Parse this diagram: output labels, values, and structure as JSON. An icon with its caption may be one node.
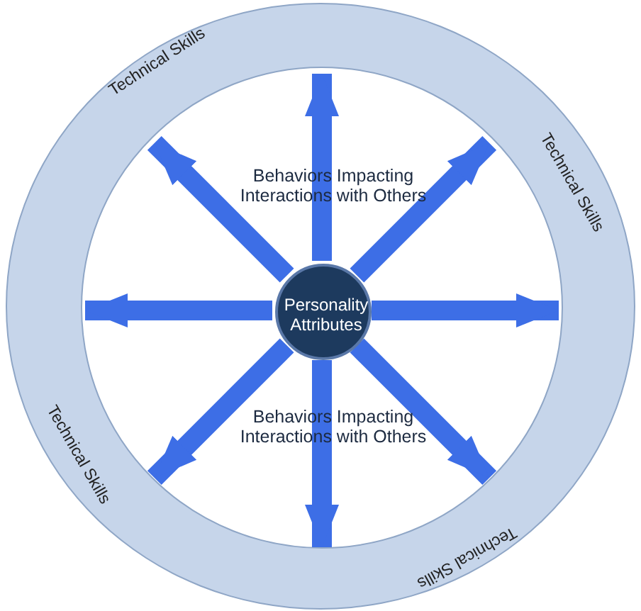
{
  "diagram": {
    "nodes": [
      {
        "text": [
          "Technical Skills",
          "Technical Skills",
          "Technical Skills",
          "Technical Skills"
        ]
      },
      {
        "text": [
          "Behaviors Impacting Interactions with Others",
          "Behaviors Impacting Interactions with Others"
        ],
        "in": 0
      },
      {
        "text": [
          "Personality Attributes"
        ],
        "in": 1
      }
    ],
    "edges": [
      {
        "from": 2,
        "to": 1,
        "arrow": "to"
      },
      {
        "from": 2,
        "to": 1,
        "arrow": "to"
      },
      {
        "from": 2,
        "to": 1,
        "arrow": "to"
      },
      {
        "from": 2,
        "to": 1,
        "arrow": "to"
      },
      {
        "from": 2,
        "to": 1,
        "arrow": "to"
      },
      {
        "from": 2,
        "to": 1,
        "arrow": "to"
      },
      {
        "from": 2,
        "to": 1,
        "arrow": "to"
      },
      {
        "from": 2,
        "to": 1,
        "arrow": "to"
      }
    ]
  }
}
